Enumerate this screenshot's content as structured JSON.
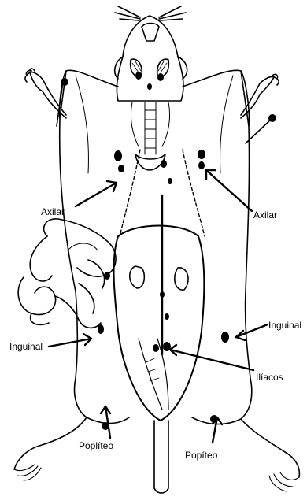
{
  "labels": {
    "axilar_left": "Axilar",
    "axilar_right": "Axilar",
    "inguinal_left": "Inguinal",
    "inguinal_right": "Inguinal",
    "iliacos": "Ilíacos",
    "popliteo_left": "Poplíteo",
    "popliteo_right": "Popíteo"
  },
  "colors": {
    "line": "#000000",
    "background": "#ffffff",
    "node": "#000000"
  }
}
